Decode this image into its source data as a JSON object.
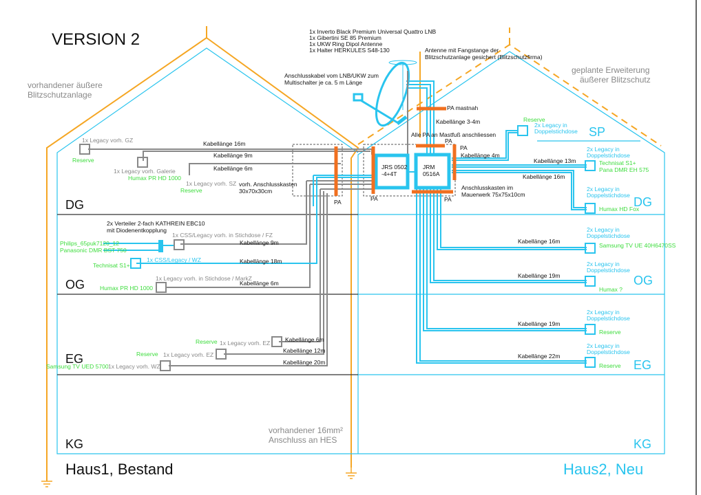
{
  "title": "VERSION 2",
  "house1": {
    "name": "Haus1, Bestand",
    "lightning": "vorhandener äußere Blitzschutzanlage",
    "lightning_lines": [
      "vorhandener äußere",
      "Blitzschutzanlage"
    ]
  },
  "house2": {
    "name": "Haus2, Neu",
    "lightning_lines": [
      "geplante Erweiterung",
      "äußerer Blitzschutz"
    ]
  },
  "floors": {
    "dg": "DG",
    "og": "OG",
    "eg": "EG",
    "kg": "KG",
    "sp": "SP"
  },
  "antenna_parts": [
    "1x Inverto Black Premium Universal Quattro LNB",
    "1x Gibertini SE 85 Premium",
    "1x UKW Ring Dipol Antenne",
    "1x Halter HERKULES S48-130"
  ],
  "notes": {
    "antenna_secured": [
      "Antenne mit Fangstange der",
      "Blitzschutzanlage gesichert (Blitzschutzfirma)"
    ],
    "lnb_cable": [
      "Anschlusskabel vom LNB/UKW zum",
      "Multischalter je ca. 5 m Länge"
    ],
    "pa_mast": "PA mastnah",
    "cable_3_4": "Kabellänge 3-4m",
    "all_pa": "Alle PA  an Mastfuß anschliessen",
    "pa": "PA",
    "old_box": [
      "vorh. Anschlusskasten",
      "30x70x30cm"
    ],
    "new_box": [
      "Anschlusskasten im",
      "Mauerwerk 75x75x10cm"
    ],
    "hes": [
      "vorhandener 16mm²",
      "Anschluss an HES"
    ],
    "splitter": [
      "2x Verteiler 2-fach KATHREIN EBC10",
      "mit Diodenentkopplung"
    ]
  },
  "devices": {
    "jrs": [
      "JRS 0502",
      "-4+4T"
    ],
    "jrm": [
      "JRM",
      "0516A"
    ]
  },
  "house1_outlets": [
    {
      "label": "1x Legacy vorh. GZ",
      "device": "Reserve",
      "cable": "Kabellänge 16m"
    },
    {
      "label": "1x Legacy vorh. Galerie",
      "device": "Humax PR HD 1000",
      "cable": "Kabellänge 9m"
    },
    {
      "label": "1x Legacy vorh. SZ",
      "device": "Reserve",
      "cable": "Kabellänge 6m"
    },
    {
      "label": "1x CSS/Legacy vorh. in Stichdose / FZ",
      "device": "Philips_65puk7120_12",
      "device2": "Panasonic DMR BST 750",
      "cable": "Kabellänge 9m"
    },
    {
      "label": "1x CSS/Legacy / WZ",
      "device": "Technisat S1+",
      "cable": "Kabellänge 18m"
    },
    {
      "label": "1x Legacy vorh. in Stichdose / MarkZ",
      "device": "Humax PR HD 1000",
      "cable": "Kabellänge 6m"
    },
    {
      "label": "1x Legacy vorh. EZ",
      "device": "Reserve",
      "cable": "Kabellänge 6m"
    },
    {
      "label": "1x Legacy vorh. EZ",
      "device": "Reserve",
      "cable": "Kabellänge 12m"
    },
    {
      "label": "1x Legacy vorh. WZ",
      "device": "Samsung TV UED 5700",
      "cable": "Kabellänge 20m"
    }
  ],
  "house2_outlets": [
    {
      "label": [
        "2x Legacy in",
        "Doppelstichdose"
      ],
      "device": "Reserve",
      "cable": "Kabellänge 4m"
    },
    {
      "label": [
        "2x Legacy in",
        "Doppelstichdose"
      ],
      "device": "Technisat S1+",
      "device2": "Pana DMR EH 575",
      "cable": "Kabellänge 13m"
    },
    {
      "label": [
        "2x Legacy in",
        "Doppelstichdose"
      ],
      "device": "Humax HD Fox",
      "cable": "Kabellänge 16m"
    },
    {
      "label": [
        "2x Legacy in",
        "Doppelstichdose"
      ],
      "device": "Samsung TV UE 40H6470SS",
      "cable": "Kabellänge 16m"
    },
    {
      "label": [
        "2x Legacy in",
        "Doppelstichdose"
      ],
      "device": "Humax ?",
      "cable": "Kabellänge 19m"
    },
    {
      "label": [
        "2x Legacy in",
        "Doppelstichdose"
      ],
      "device": "Reserve",
      "cable": "Kabellänge 19m"
    },
    {
      "label": [
        "2x Legacy in",
        "Doppelstichdose"
      ],
      "device": "Reserve",
      "cable": "Kabellänge 22m"
    }
  ],
  "colors": {
    "lightning": "#f5a623",
    "house2": "#29c4ee",
    "legacy": "#888888",
    "pa": "#f07020",
    "device": "#3ddc3d"
  }
}
